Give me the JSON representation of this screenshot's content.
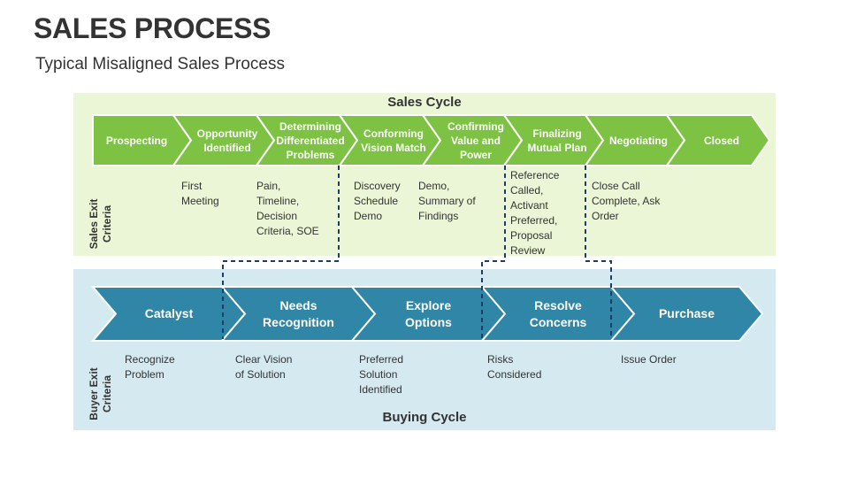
{
  "title": "SALES PROCESS",
  "subtitle": "Typical Misaligned Sales Process",
  "sales_cycle": {
    "label": "Sales Cycle",
    "side_label": "Sales Exit\nCriteria",
    "steps": [
      "Prospecting",
      "Opportunity\nIdentified",
      "Determining\nDifferentiated\nProblems",
      "Conforming\nVision Match",
      "Confirming\nValue and\nPower",
      "Finalizing\nMutual Plan",
      "Negotiating",
      "Closed"
    ],
    "criteria": [
      "First\nMeeting",
      "Pain,\nTimeline,\nDecision\nCriteria, SOE",
      "Discovery\nSchedule\nDemo",
      "Demo,\nSummary of\nFindings",
      "Reference\nCalled,\nActivant\nPreferred,\nProposal\nReview",
      "Close Call\nComplete, Ask\nOrder"
    ]
  },
  "buying_cycle": {
    "label": "Buying Cycle",
    "side_label": "Buyer Exit\nCriteria",
    "steps": [
      "Catalyst",
      "Needs\nRecognition",
      "Explore\nOptions",
      "Resolve\nConcerns",
      "Purchase"
    ],
    "criteria": [
      "Recognize\nProblem",
      "Clear Vision\nof Solution",
      "Preferred\nSolution\nIdentified",
      "Risks\nConsidered",
      "Issue Order"
    ]
  },
  "colors": {
    "sales_arrow": "#7dc242",
    "buy_arrow": "#2f86a6",
    "sales_panel": "#eaf6d6",
    "buy_panel": "#d5e9f1",
    "connector": "#1f3c66"
  }
}
